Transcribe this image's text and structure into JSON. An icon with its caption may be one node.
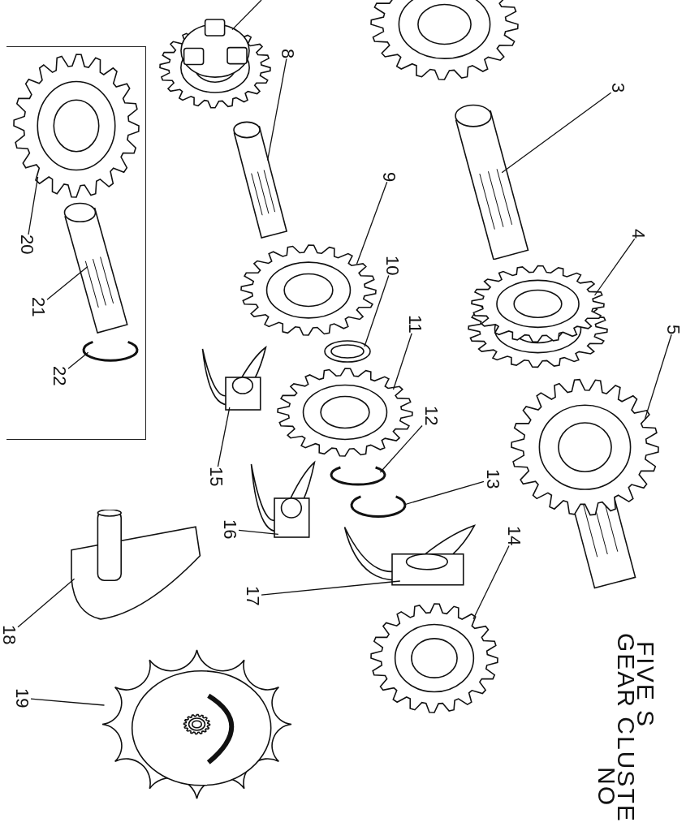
{
  "diagram": {
    "nodes": [
      {
        "text": [],
        "shape": "box"
      },
      {
        "text": [
          "20"
        ],
        "in": 0
      },
      {
        "text": [],
        "shape": "picture",
        "in": 0
      },
      {
        "text": [
          "21"
        ],
        "in": 0
      },
      {
        "text": [],
        "shape": "picture",
        "in": 0
      },
      {
        "text": [
          "22"
        ],
        "in": 0
      },
      {
        "text": [],
        "shape": "picture",
        "in": 0
      },
      {
        "text": [],
        "shape": "picture"
      },
      {
        "text": [
          "8"
        ]
      },
      {
        "text": [],
        "shape": "picture"
      },
      {
        "text": [
          "9"
        ]
      },
      {
        "text": [],
        "shape": "picture"
      },
      {
        "text": [
          "10"
        ]
      },
      {
        "text": [],
        "shape": "picture"
      },
      {
        "text": [
          "11"
        ]
      },
      {
        "text": [],
        "shape": "picture"
      },
      {
        "text": [
          "12"
        ]
      },
      {
        "text": [],
        "shape": "picture"
      },
      {
        "text": [
          "13"
        ]
      },
      {
        "text": [],
        "shape": "picture"
      },
      {
        "text": [
          "3"
        ]
      },
      {
        "text": [],
        "shape": "picture"
      },
      {
        "text": [
          "4"
        ]
      },
      {
        "text": [],
        "shape": "picture"
      },
      {
        "text": [
          "5"
        ]
      },
      {
        "text": [],
        "shape": "picture"
      },
      {
        "text": [
          "15"
        ]
      },
      {
        "text": [],
        "shape": "picture"
      },
      {
        "text": [
          "16"
        ]
      },
      {
        "text": [],
        "shape": "picture"
      },
      {
        "text": [
          "17"
        ]
      },
      {
        "text": [],
        "shape": "picture"
      },
      {
        "text": [
          "14"
        ]
      },
      {
        "text": [],
        "shape": "picture"
      },
      {
        "text": [
          "18"
        ]
      },
      {
        "text": [],
        "shape": "picture"
      },
      {
        "text": [
          "19"
        ]
      },
      {
        "text": [],
        "shape": "picture"
      }
    ],
    "edges": [
      {
        "from": 1,
        "to": 2,
        "arrow": "none"
      },
      {
        "from": 3,
        "to": 4,
        "arrow": "none"
      },
      {
        "from": 5,
        "to": 6,
        "arrow": "none"
      },
      {
        "from": null,
        "to": 7,
        "arrow": "none"
      },
      {
        "from": 8,
        "to": 9,
        "arrow": "none"
      },
      {
        "from": 10,
        "to": 11,
        "arrow": "none"
      },
      {
        "from": 12,
        "to": 13,
        "arrow": "none"
      },
      {
        "from": 14,
        "to": 15,
        "arrow": "none"
      },
      {
        "from": 16,
        "to": 17,
        "arrow": "none"
      },
      {
        "from": 18,
        "to": 19,
        "arrow": "none"
      },
      {
        "from": 20,
        "to": 21,
        "arrow": "none"
      },
      {
        "from": 22,
        "to": 23,
        "arrow": "none"
      },
      {
        "from": 24,
        "to": 25,
        "arrow": "none"
      },
      {
        "from": 26,
        "to": 27,
        "arrow": "none"
      },
      {
        "from": 28,
        "to": 29,
        "arrow": "none"
      },
      {
        "from": 30,
        "to": 31,
        "arrow": "none"
      },
      {
        "from": 32,
        "to": 33,
        "arrow": "none"
      },
      {
        "from": 34,
        "to": 35,
        "arrow": "none"
      },
      {
        "from": 36,
        "to": 37,
        "arrow": "none"
      }
    ],
    "labels": [
      "FIVE S",
      "GEAR CLUSTE",
      "NO"
    ]
  }
}
